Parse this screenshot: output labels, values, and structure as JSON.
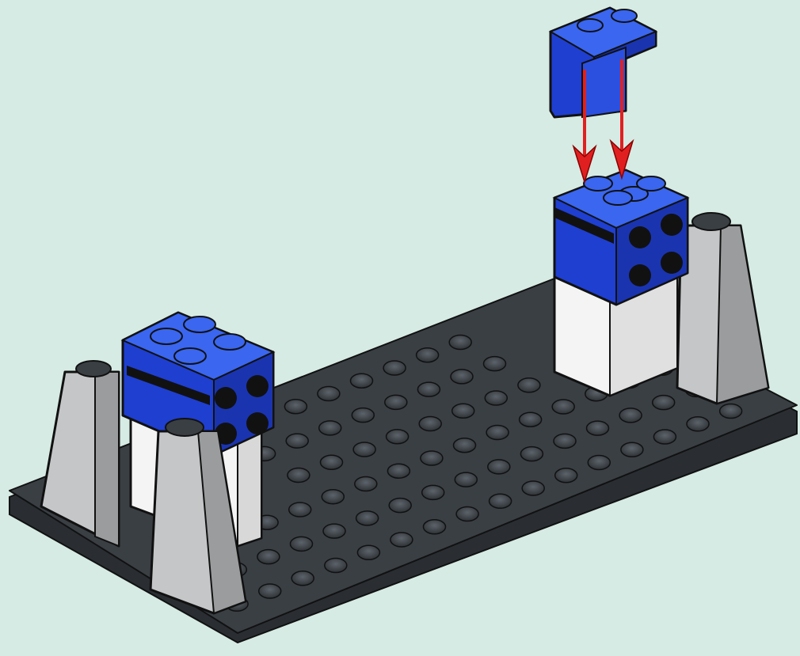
{
  "scene": {
    "kind": "building-instruction-step",
    "colors": {
      "background": "#d6ebe3",
      "baseplate_dark_gray": "#3a3f44",
      "baseplate_edge": "#2a2e32",
      "stud_top": "#4a5056",
      "blue_brick": "#1f3fd1",
      "blue_brick_light": "#3a66f0",
      "white_brick": "#f4f4f4",
      "gray_support": "#c4c6c8",
      "gray_support_dark": "#9a9c9e",
      "arrow_red": "#e02020",
      "outline": "#111111"
    },
    "parts": [
      {
        "name": "baseplate",
        "color": "dark-gray",
        "studs": "6x16"
      },
      {
        "name": "left-support-pair",
        "color": "light-gray"
      },
      {
        "name": "right-support-pair",
        "color": "light-gray"
      },
      {
        "name": "left-white-column",
        "color": "white"
      },
      {
        "name": "left-blue-brick",
        "color": "blue",
        "side_studs": 4
      },
      {
        "name": "right-white-column",
        "color": "white"
      },
      {
        "name": "right-blue-brick",
        "color": "blue",
        "side_studs": 4
      },
      {
        "name": "incoming-blue-bracket",
        "color": "blue"
      }
    ],
    "arrows": {
      "count": 2,
      "direction": "down",
      "color": "red"
    }
  }
}
